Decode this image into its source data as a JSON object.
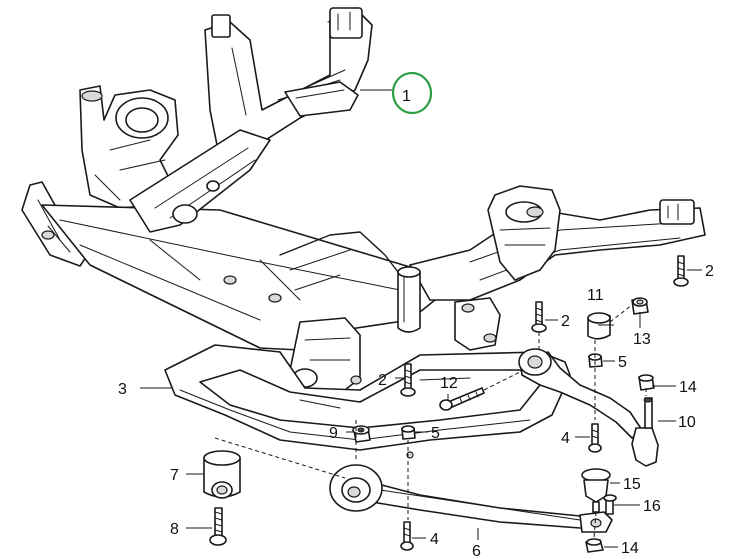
{
  "callouts": {
    "c1": "1",
    "c2a": "2",
    "c2b": "2",
    "c2c": "2",
    "c3": "3",
    "c4a": "4",
    "c4b": "4",
    "c5a": "5",
    "c5b": "5",
    "c6": "6",
    "c7": "7",
    "c8": "8",
    "c9": "9",
    "c10": "10",
    "c11": "11",
    "c12": "12",
    "c13": "13",
    "c14a": "14",
    "c14b": "14",
    "c15": "15",
    "c16": "16"
  },
  "colors": {
    "highlight_circle": "#2e9e44",
    "line": "#1a1a1a"
  }
}
